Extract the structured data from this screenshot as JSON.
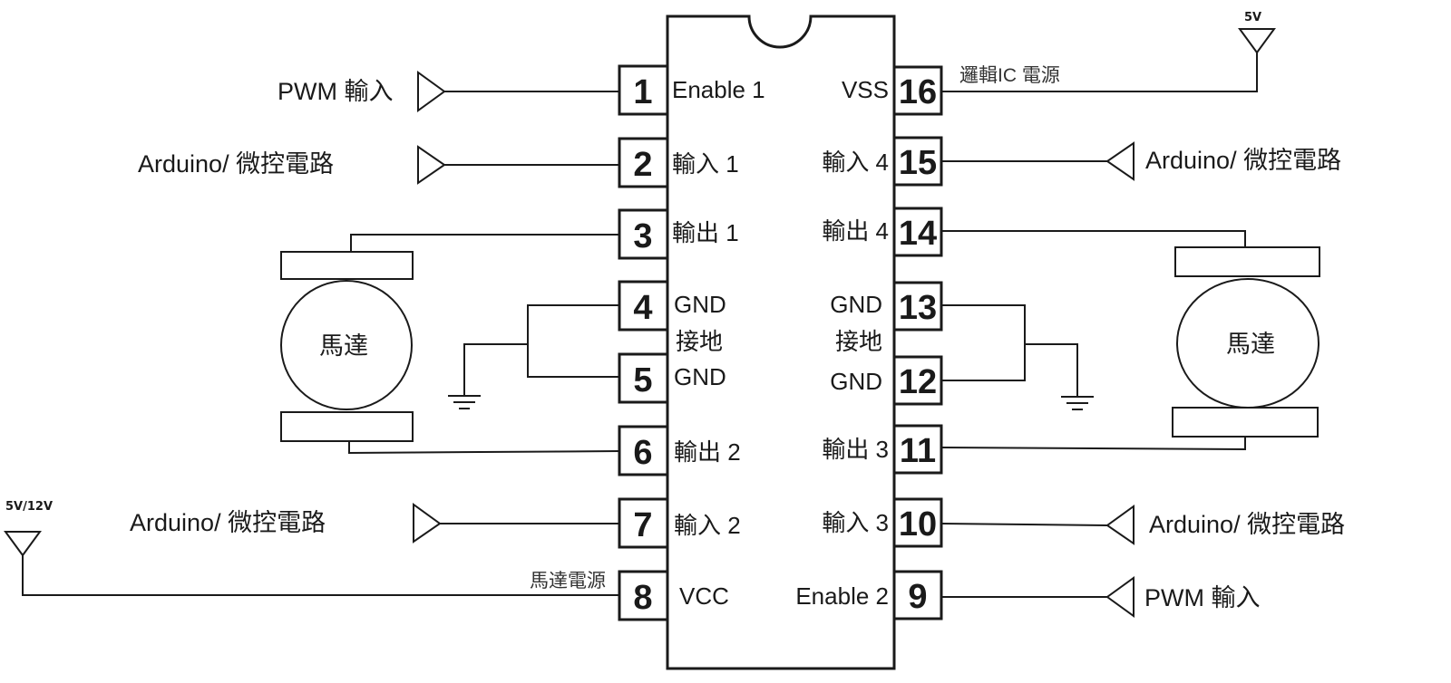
{
  "pins": {
    "p1": {
      "num": "1",
      "label": "Enable 1"
    },
    "p2": {
      "num": "2",
      "label": "輸入 1"
    },
    "p3": {
      "num": "3",
      "label": "輸出 1"
    },
    "p4": {
      "num": "4",
      "label": "GND"
    },
    "p5": {
      "num": "5",
      "label": "GND"
    },
    "p6": {
      "num": "6",
      "label": "輸出 2"
    },
    "p7": {
      "num": "7",
      "label": "輸入 2"
    },
    "p8": {
      "num": "8",
      "label": "VCC"
    },
    "p9": {
      "num": "9",
      "label": "Enable 2"
    },
    "p10": {
      "num": "10",
      "label": "輸入 3"
    },
    "p11": {
      "num": "11",
      "label": "輸出 3"
    },
    "p12": {
      "num": "12",
      "label": "GND"
    },
    "p13": {
      "num": "13",
      "label": "GND"
    },
    "p14": {
      "num": "14",
      "label": "輸出 4"
    },
    "p15": {
      "num": "15",
      "label": "輸入 4"
    },
    "p16": {
      "num": "16",
      "label": "VSS"
    }
  },
  "ground_label_left": "接地",
  "ground_label_right": "接地",
  "external": {
    "pwm_input_1": "PWM 輸入",
    "arduino_2": "Arduino/ 微控電路",
    "arduino_7": "Arduino/ 微控電路",
    "arduino_15": "Arduino/ 微控電路",
    "arduino_10": "Arduino/ 微控電路",
    "pwm_input_9": "PWM 輸入"
  },
  "notes": {
    "logic_power": "邏輯IC 電源",
    "motor_power": "馬達電源"
  },
  "supplies": {
    "logic_voltage": "5V",
    "motor_voltage": "5V/12V"
  },
  "motors": {
    "left_label": "馬達",
    "right_label": "馬達"
  }
}
